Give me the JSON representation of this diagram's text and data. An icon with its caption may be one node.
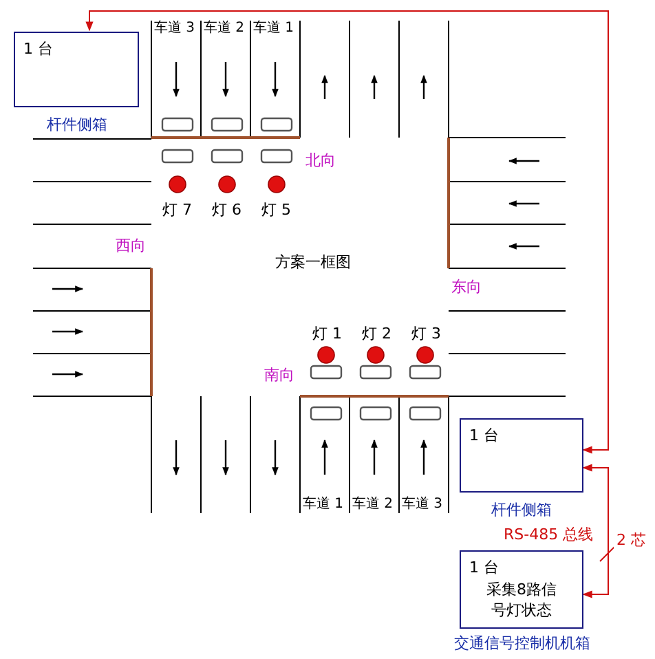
{
  "diagram": {
    "nodes": [
      {
        "text": [
          "1 台"
        ],
        "beside": [
          "杆件侧箱"
        ]
      },
      {
        "text": [
          "1 台"
        ],
        "beside": [
          "杆件侧箱"
        ]
      },
      {
        "text": [
          "1 台",
          "采集8路信号灯状态"
        ],
        "beside": [
          "交通信号控制机机箱"
        ]
      }
    ],
    "edges": [
      {
        "from": 1,
        "to": 0,
        "arrow": "both"
      },
      {
        "from": 2,
        "to": 1,
        "arrow": "both",
        "label": "2 芯"
      }
    ],
    "labels": [
      "车道 3",
      "车道 2",
      "车道 1",
      "北向",
      "灯 7",
      "灯 6",
      "灯 5",
      "西向",
      "方案一框图",
      "东向",
      "灯 1",
      "灯 2",
      "灯 3",
      "南向",
      "车道 1",
      "车道 2",
      "车道 3",
      "RS-485 总线"
    ]
  }
}
